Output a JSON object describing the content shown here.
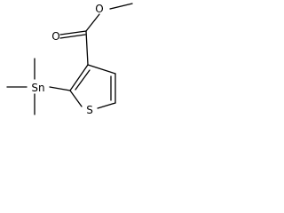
{
  "molecule": {
    "atoms": {
      "ester_oxygen": "O",
      "carbonyl_oxygen": "O",
      "tin": "Sn",
      "sulfur": "S"
    }
  }
}
